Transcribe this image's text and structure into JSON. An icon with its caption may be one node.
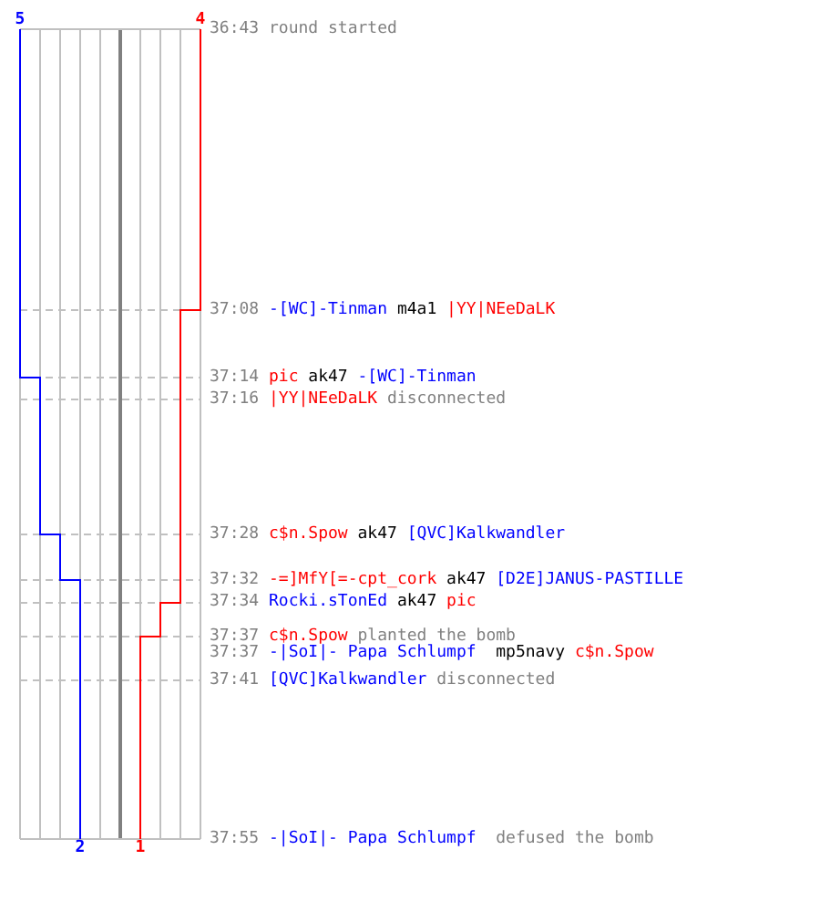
{
  "diagram": {
    "labels": [
      "5",
      "4",
      "36:43",
      "round started",
      "37:08",
      "-[WC]-Tinman",
      "m4a1",
      "|YY|NEeDaLK",
      "37:14",
      "pic",
      "ak47",
      "-[WC]-Tinman",
      "37:16",
      "|YY|NEeDaLK",
      "disconnected",
      "37:28",
      "c$n.Spow",
      "ak47",
      "[QVC]Kalkwandler",
      "37:32",
      "-=]MfY[=-cpt_cork",
      "ak47",
      "[D2E]JANUS-PASTILLE",
      "37:34",
      "Rocki.sTonEd",
      "ak47",
      "pic",
      "37:37",
      "c$n.Spow",
      "planted the bomb",
      "37:37",
      "-|SoI|- Papa Schlumpf",
      "mp5navy",
      "c$n.Spow",
      "37:41",
      "[QVC]Kalkwandler",
      "disconnected",
      "37:55",
      "-|SoI|- Papa Schlumpf",
      "defused the bomb",
      "2",
      "1"
    ]
  }
}
